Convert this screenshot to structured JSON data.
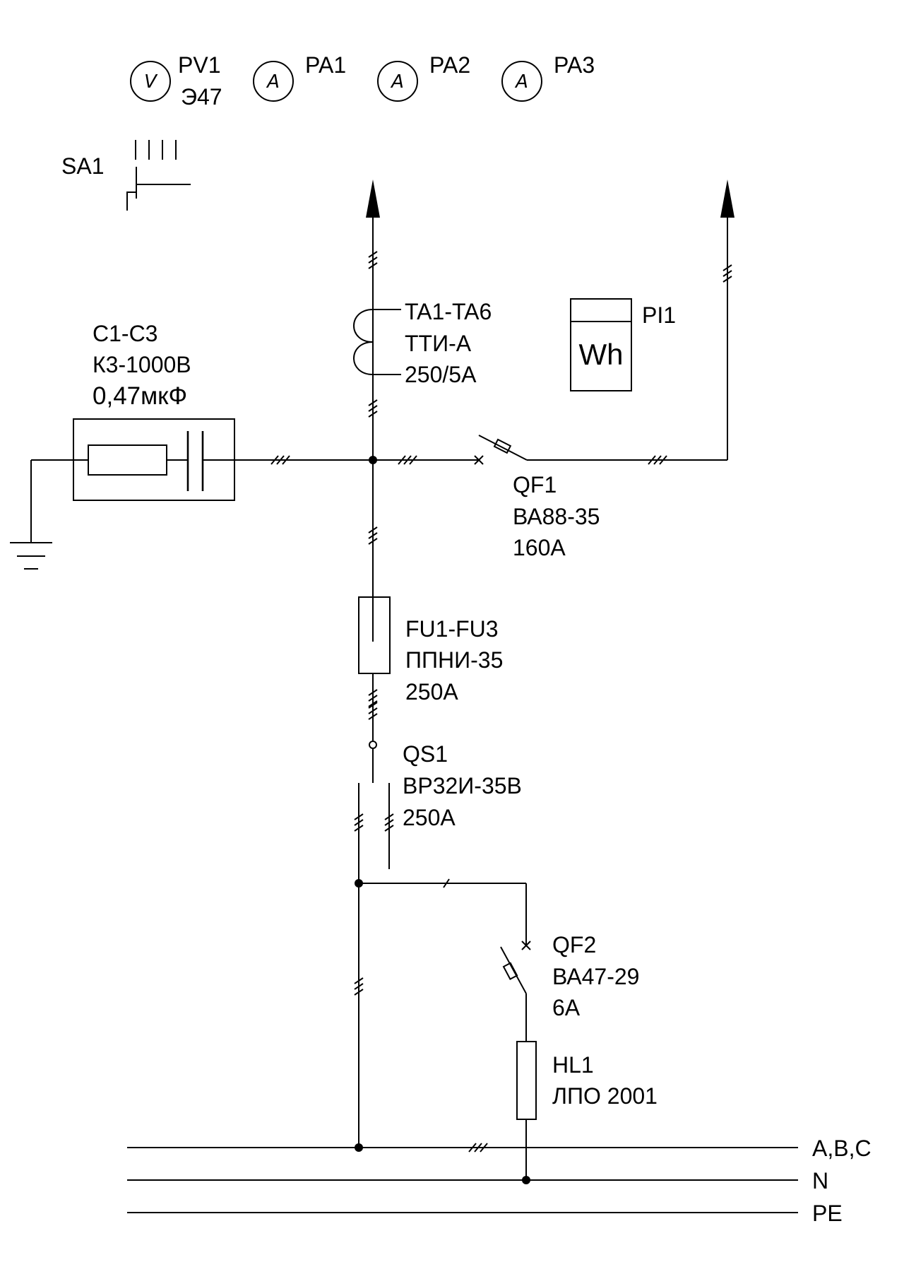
{
  "meters": [
    {
      "symbol": "V",
      "tag": "PV1",
      "type": "Э47"
    },
    {
      "symbol": "A",
      "tag": "PA1"
    },
    {
      "symbol": "A",
      "tag": "PA2"
    },
    {
      "symbol": "A",
      "tag": "PA3"
    }
  ],
  "switch_sa1": {
    "tag": "SA1"
  },
  "capacitors": {
    "tag": "C1-C3",
    "type": "К3-1000В",
    "value": "0,47мкФ"
  },
  "current_transformers": {
    "tag": "TA1-TA6",
    "type": "ТТИ-А",
    "ratio": "250/5А"
  },
  "energy_meter": {
    "tag": "PI1",
    "symbol": "Wh"
  },
  "breaker_qf1": {
    "tag": "QF1",
    "type": "ВА88-35",
    "rating": "160А"
  },
  "fuses": {
    "tag": "FU1-FU3",
    "type": "ППНИ-35",
    "rating": "250А"
  },
  "disconnector_qs1": {
    "tag": "QS1",
    "type": "ВР32И-35В",
    "rating": "250А"
  },
  "breaker_qf2": {
    "tag": "QF2",
    "type": "ВА47-29",
    "rating": "6А"
  },
  "lamp_hl1": {
    "tag": "HL1",
    "type": "ЛПО 2001"
  },
  "buses": {
    "phase": "A,B,C",
    "neutral": "N",
    "earth": "PE"
  }
}
